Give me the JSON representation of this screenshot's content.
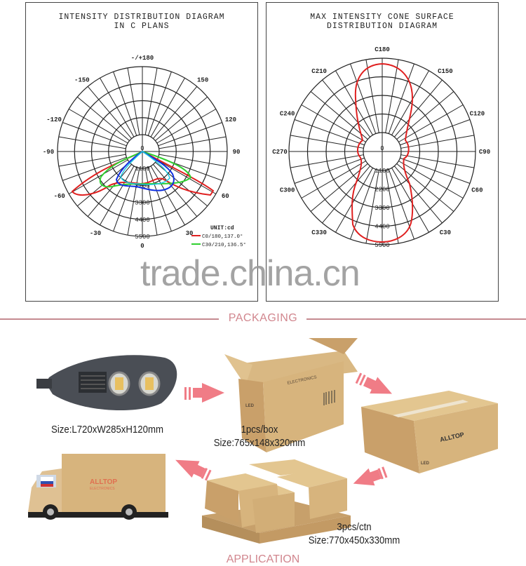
{
  "left_diagram": {
    "title": "INTENSITY DISTRIBUTION DIAGRAM\nIN C PLANS",
    "angle_labels": [
      "-/+180",
      "150",
      "120",
      "90",
      "60",
      "30",
      "0",
      "-30",
      "-60",
      "-90",
      "-120",
      "-150"
    ],
    "ring_labels": [
      "0",
      "1100",
      "2200",
      "3300",
      "4400",
      "5500"
    ],
    "unit": "UNIT:cd",
    "legend": [
      {
        "label": "C0/180,137.0°",
        "color": "#e02020"
      },
      {
        "label": "C30/210,136.5°",
        "color": "#30d030"
      }
    ],
    "extra_curve_colors": [
      "#1030e0",
      "#20c8e0"
    ]
  },
  "right_diagram": {
    "title": "MAX INTENSITY CONE SURFACE\nDISTRIBUTION DIAGRAM",
    "angle_labels": [
      "C180",
      "C150",
      "C120",
      "C90",
      "C60",
      "C30",
      "C330",
      "C300",
      "C270",
      "C240",
      "C210"
    ],
    "ring_labels": [
      "0",
      "1100",
      "2200",
      "3300",
      "4400",
      "5500"
    ],
    "curve_color": "#e02020"
  },
  "watermark": "trade.china.cn",
  "packaging": {
    "section_title": "PACKAGING",
    "lamp_caption": "Size:L720xW285xH120mm",
    "box_caption_1": "1pcs/box",
    "box_caption_2": "Size:765x148x320mm",
    "carton_caption_1": "3pcs/ctn",
    "carton_caption_2": "Size:770x450x330mm",
    "brand": "ALLTOP",
    "brand_sub": "ELECTRONICS",
    "box_mark": "LED",
    "arrow_color": "#f07c86",
    "accent_color": "#c58a90"
  },
  "next_section_title": "APPLICATION"
}
